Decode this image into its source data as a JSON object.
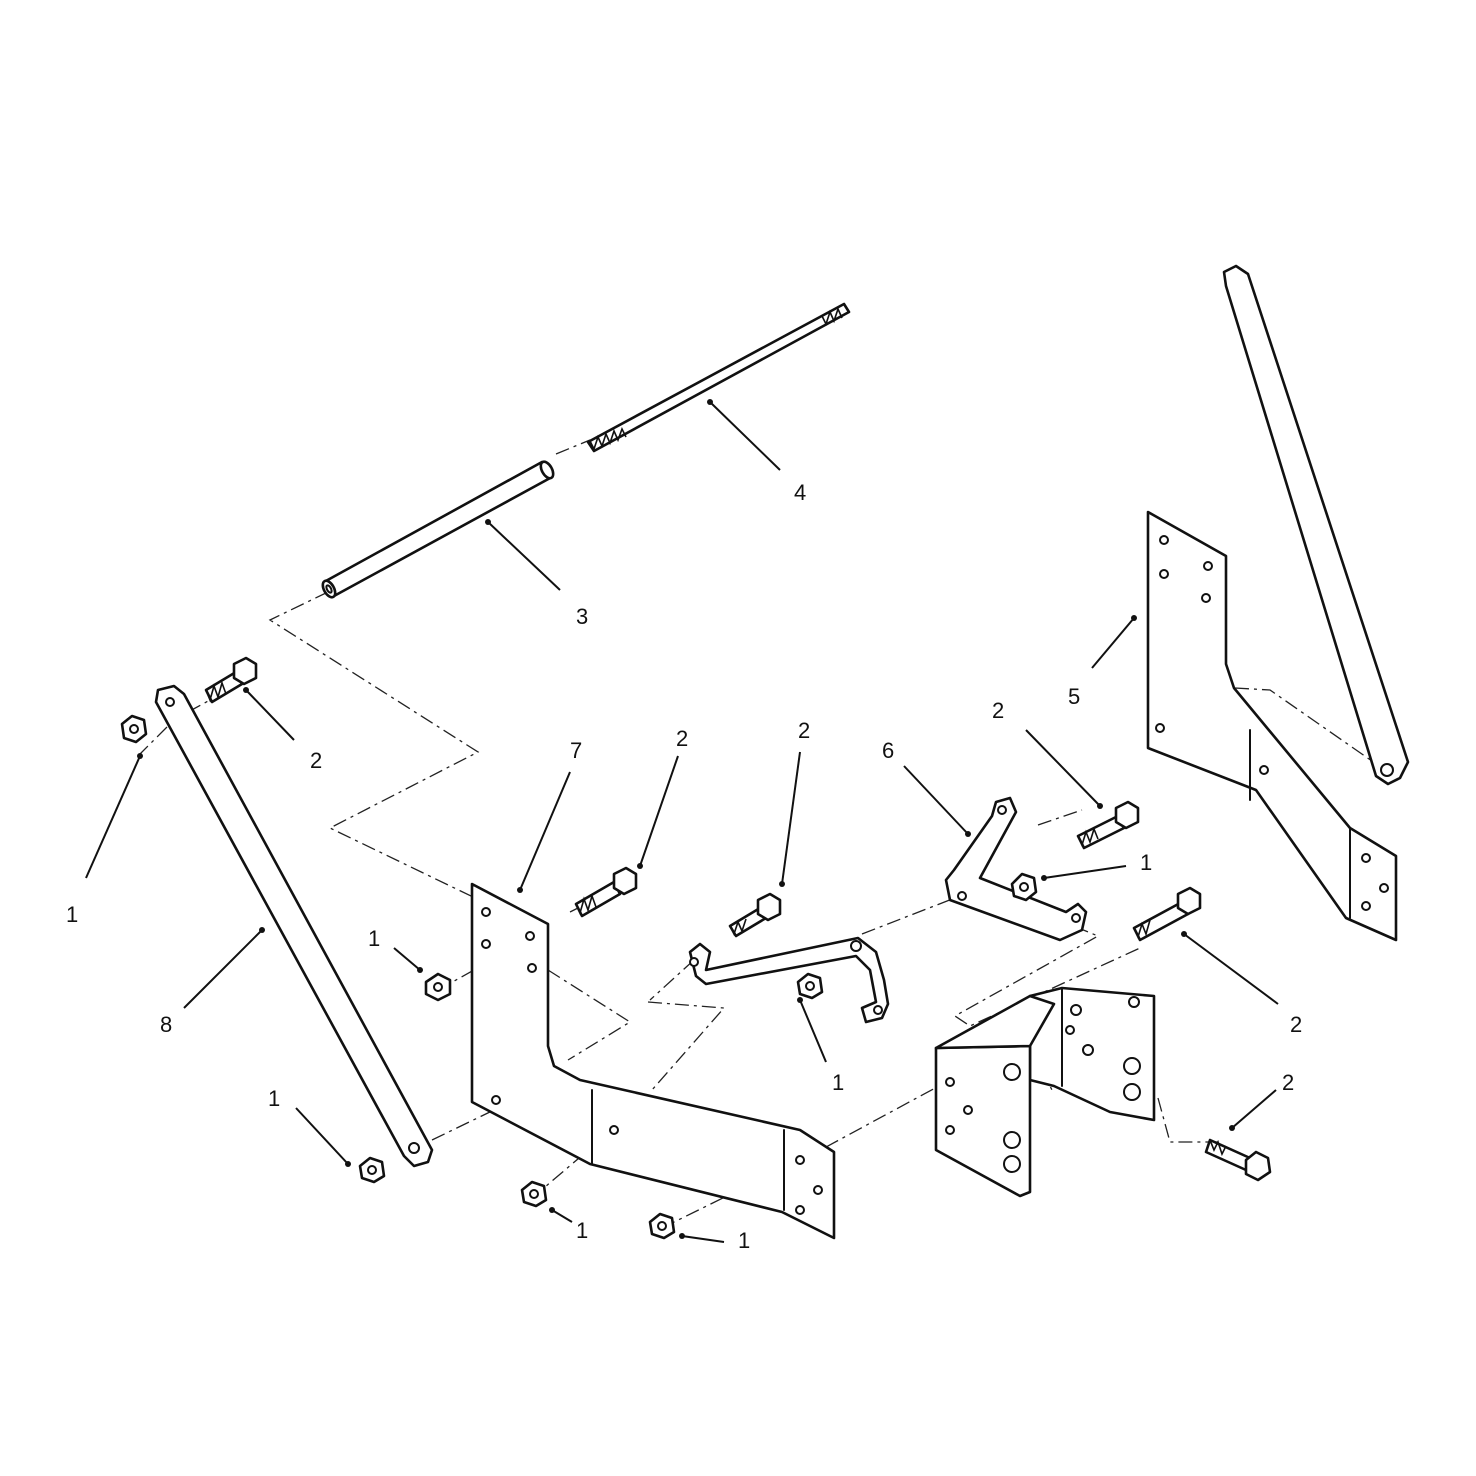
{
  "figure": {
    "kind": "exploded-parts-diagram",
    "colors": {
      "line": "#111111",
      "background": "#ffffff"
    }
  },
  "parts": [
    {
      "ref": "1",
      "component": "hex-nut"
    },
    {
      "ref": "2",
      "component": "hex-bolt"
    },
    {
      "ref": "3",
      "component": "tube"
    },
    {
      "ref": "4",
      "component": "threaded-rod"
    },
    {
      "ref": "5",
      "component": "right-mounting-plate"
    },
    {
      "ref": "6",
      "component": "u-strap"
    },
    {
      "ref": "7",
      "component": "left-mounting-plate"
    },
    {
      "ref": "8",
      "component": "flat-link-arm"
    }
  ],
  "callouts": [
    {
      "id": "c4",
      "text": "4"
    },
    {
      "id": "c3",
      "text": "3"
    },
    {
      "id": "c5",
      "text": "5"
    },
    {
      "id": "c2a",
      "text": "2"
    },
    {
      "id": "c1a",
      "text": "1"
    },
    {
      "id": "c8",
      "text": "8"
    },
    {
      "id": "c7",
      "text": "7"
    },
    {
      "id": "c2b",
      "text": "2"
    },
    {
      "id": "c2c",
      "text": "2"
    },
    {
      "id": "c6",
      "text": "6"
    },
    {
      "id": "c2d",
      "text": "2"
    },
    {
      "id": "c1b",
      "text": "1"
    },
    {
      "id": "c1c",
      "text": "1"
    },
    {
      "id": "c1d",
      "text": "1"
    },
    {
      "id": "c2e",
      "text": "2"
    },
    {
      "id": "c2f",
      "text": "2"
    },
    {
      "id": "c1e",
      "text": "1"
    },
    {
      "id": "c1f",
      "text": "1"
    },
    {
      "id": "c1g",
      "text": "1"
    }
  ]
}
